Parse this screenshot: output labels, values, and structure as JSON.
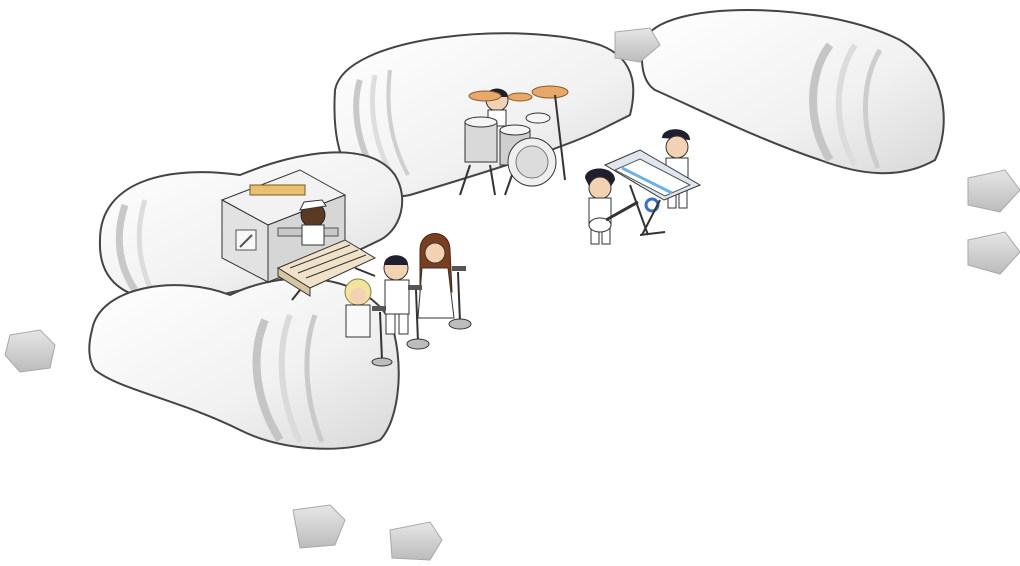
{
  "scene": {
    "kind": "isometric-pixel-room",
    "background": "#ffffff",
    "colors": {
      "cloud_fill": "#f3f3f3",
      "cloud_shade": "#d9d9d9",
      "cloud_outline": "#555555",
      "stone": "#dcdcdc",
      "stone_shade": "#bdbdbd",
      "cymbal": "#e8a86a",
      "skin_dark": "#5a3a22",
      "skin_light": "#f3d2b4",
      "hair_dark": "#1f1f2e",
      "hair_brown": "#7a3f20",
      "hair_blonde": "#f1e3a0",
      "keyboard_accent": "#6fb3e6"
    },
    "objects": [
      {
        "name": "cloud-bubble-left-back",
        "icon": "cloud-bubble"
      },
      {
        "name": "cloud-bubble-left-front",
        "icon": "cloud-bubble"
      },
      {
        "name": "cloud-bubble-center",
        "icon": "cloud-bubble"
      },
      {
        "name": "cloud-bubble-right",
        "icon": "cloud-bubble"
      },
      {
        "name": "stone-rock",
        "icon": "stone"
      },
      {
        "name": "drum-kit",
        "icon": "drums"
      },
      {
        "name": "drummer-avatar",
        "icon": "avatar"
      },
      {
        "name": "amp-stack",
        "icon": "amplifier"
      },
      {
        "name": "synth-player-avatar",
        "icon": "avatar"
      },
      {
        "name": "synthesizer",
        "icon": "synth"
      },
      {
        "name": "singer-blonde-avatar",
        "icon": "avatar"
      },
      {
        "name": "singer-boy-avatar",
        "icon": "avatar"
      },
      {
        "name": "singer-girl-avatar",
        "icon": "avatar"
      },
      {
        "name": "mic-stand",
        "icon": "microphone"
      },
      {
        "name": "guitarist-avatar",
        "icon": "avatar"
      },
      {
        "name": "electric-guitar",
        "icon": "guitar"
      },
      {
        "name": "keytar-stand",
        "icon": "keyboard"
      },
      {
        "name": "keyboardist-avatar",
        "icon": "avatar"
      }
    ]
  }
}
